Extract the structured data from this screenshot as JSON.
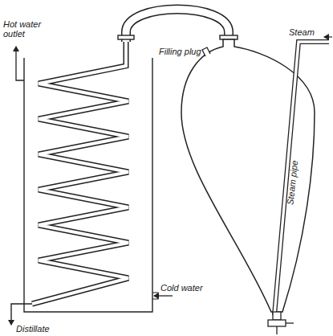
{
  "diagram": {
    "labels": [
      "Hot water outlet",
      "Filling plug",
      "Steam",
      "Steam pipe",
      "Cold water",
      "Distillate"
    ]
  }
}
